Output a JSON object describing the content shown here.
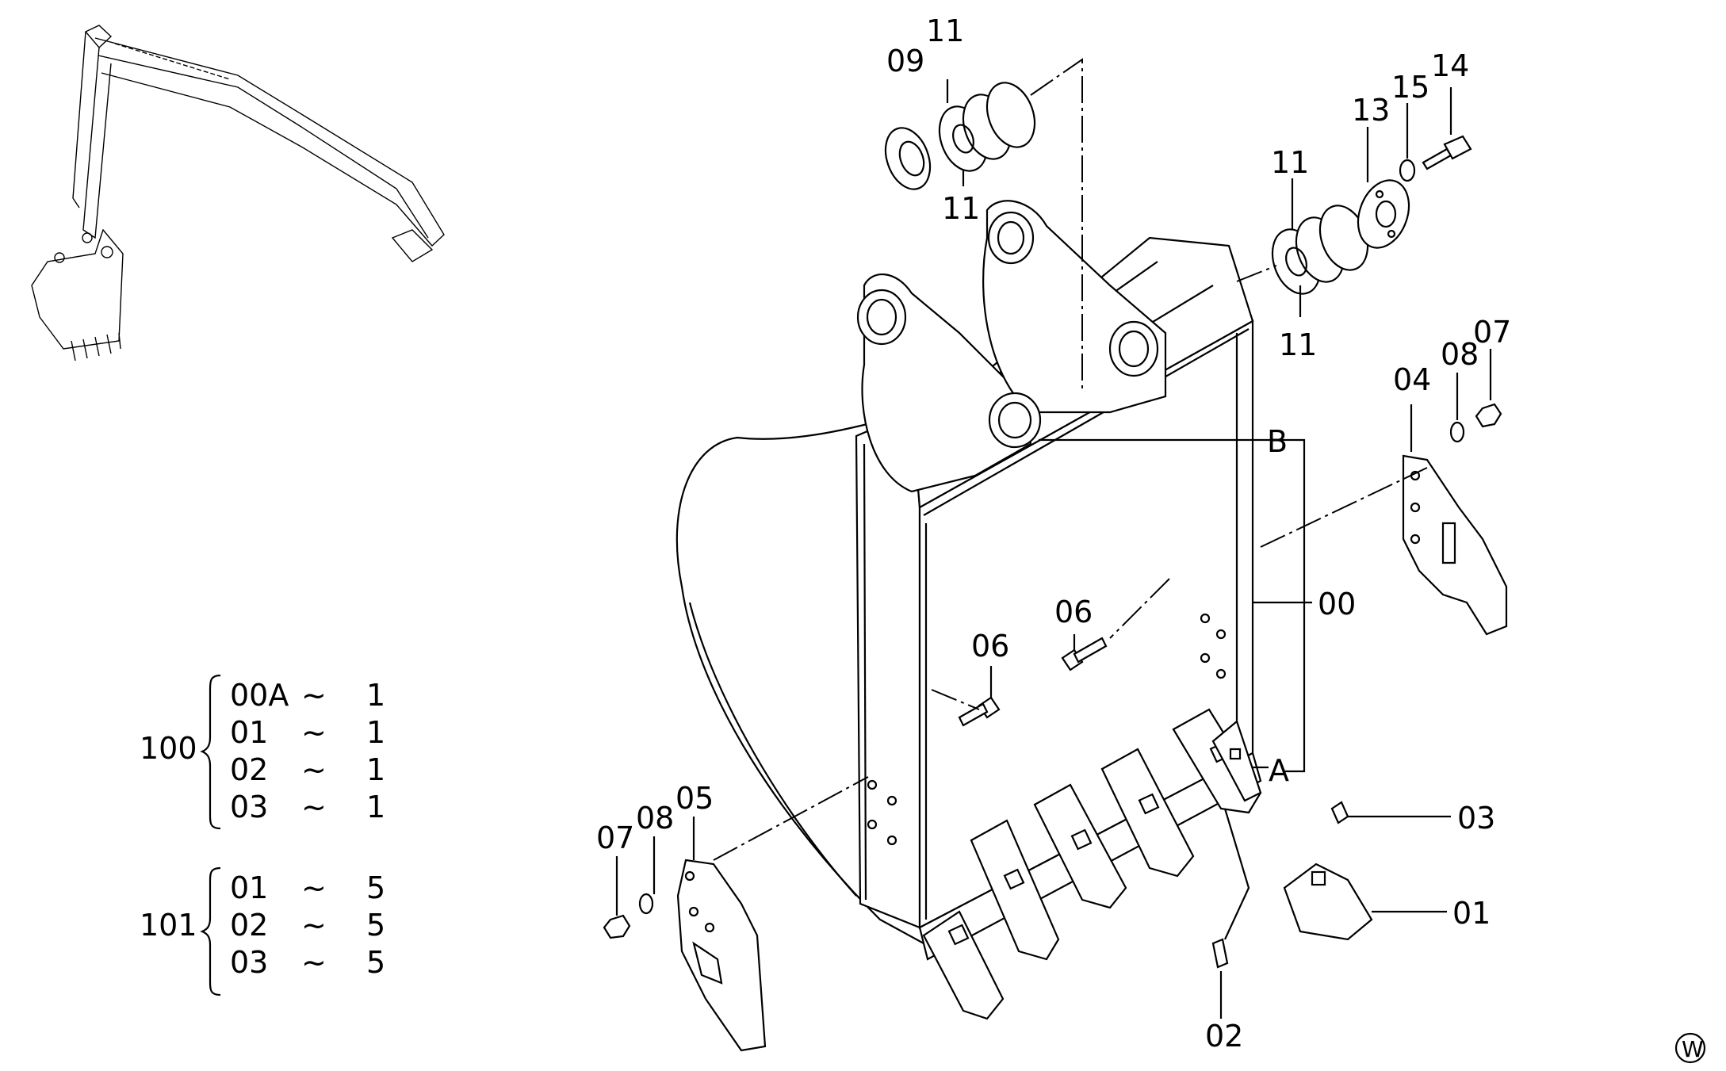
{
  "callouts": {
    "c09": "09",
    "c11_top": "11",
    "c11_mid": "11",
    "c11_right_top": "11",
    "c11_right_bottom": "11",
    "c13": "13",
    "c15": "15",
    "c14": "14",
    "c04": "04",
    "c08_right": "08",
    "c07_right": "07",
    "cB": "B",
    "c00": "00",
    "c06_upper": "06",
    "c06_lower": "06",
    "cA": "A",
    "c03": "03",
    "c01": "01",
    "c02": "02",
    "c07_left": "07",
    "c08_left": "08",
    "c05": "05"
  },
  "kits": [
    {
      "number": "100",
      "rows": [
        {
          "part": "00A",
          "sep": "~",
          "qty": "1"
        },
        {
          "part": "01",
          "sep": "~",
          "qty": "1"
        },
        {
          "part": "02",
          "sep": "~",
          "qty": "1"
        },
        {
          "part": "03",
          "sep": "~",
          "qty": "1"
        }
      ]
    },
    {
      "number": "101",
      "rows": [
        {
          "part": "01",
          "sep": "~",
          "qty": "5"
        },
        {
          "part": "02",
          "sep": "~",
          "qty": "5"
        },
        {
          "part": "03",
          "sep": "~",
          "qty": "5"
        }
      ]
    }
  ],
  "mark": "W",
  "icons": {
    "thumbnail": "excavator-arm-thumbnail-icon",
    "bucket": "bucket-assembly-icon"
  }
}
